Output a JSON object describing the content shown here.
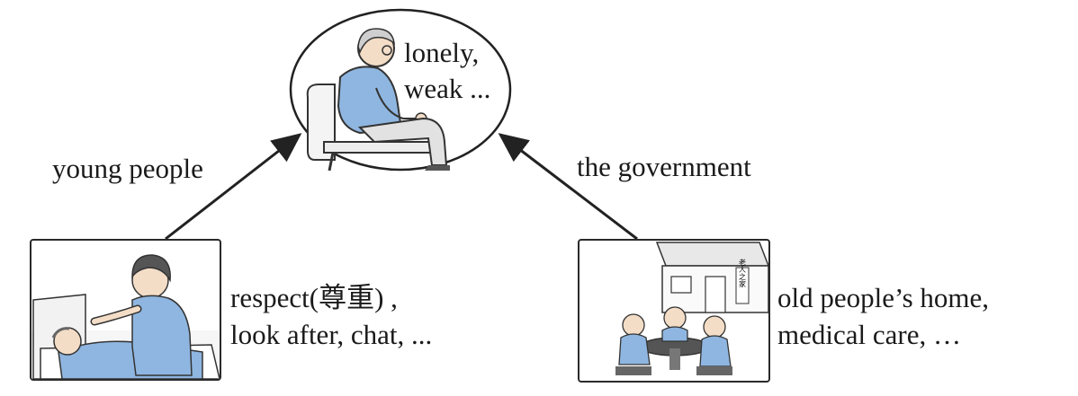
{
  "elder": {
    "lines": [
      "lonely,",
      "weak ..."
    ]
  },
  "left": {
    "arrow_label": "young people",
    "lines": [
      "respect(尊重) ,",
      "look after, chat, ..."
    ]
  },
  "right": {
    "arrow_label": "the government",
    "lines": [
      "old people’s home,",
      "medical care, …"
    ],
    "sign_text": "老人之家"
  },
  "colors": {
    "illustration_blue": "#8fb6e0",
    "line": "#222222"
  }
}
